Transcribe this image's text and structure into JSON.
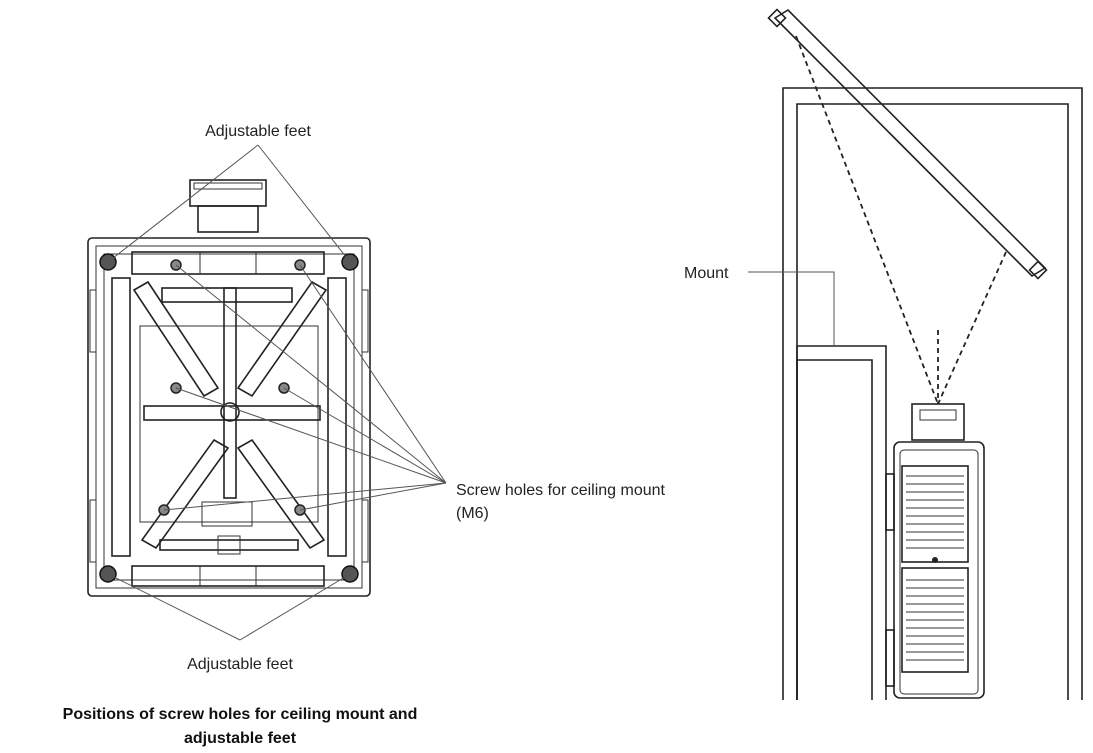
{
  "labels": {
    "adjustable_feet_top": "Adjustable feet",
    "adjustable_feet_bottom": "Adjustable feet",
    "screw_holes_line1": "Screw holes for ceiling mount",
    "screw_holes_line2": "(M6)",
    "mount": "Mount"
  },
  "caption": {
    "line1": "Positions of screw holes for ceiling mount and",
    "line2": "adjustable feet"
  }
}
